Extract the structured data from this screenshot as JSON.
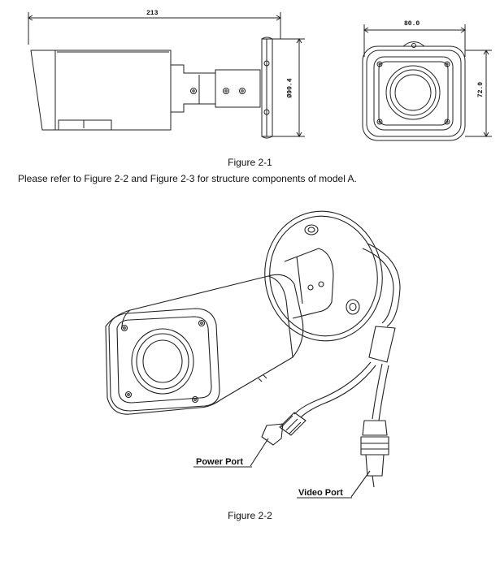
{
  "figure1": {
    "caption": "Figure 2-1",
    "dims": {
      "length": "213",
      "diameter": "Ø90.4",
      "width": "80.0",
      "height": "72.0"
    }
  },
  "paragraph": "Please refer to Figure 2-2 and Figure 2-3 for structure components of model A.",
  "figure2": {
    "caption": "Figure 2-2",
    "callouts": {
      "power_port": "Power Port",
      "video_port": "Video Port"
    }
  }
}
